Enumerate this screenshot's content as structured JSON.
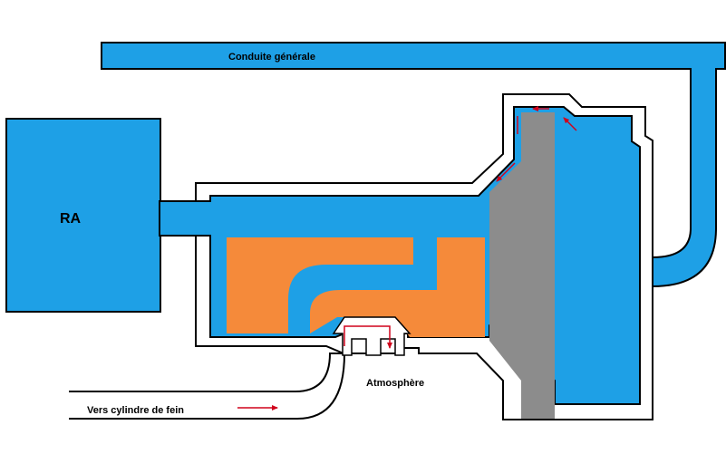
{
  "labels": {
    "reservoir": "RA",
    "general_pipe": "Conduite générale",
    "atmosphere": "Atmosphère",
    "brake_cylinder": "Vers cylindre de fein"
  },
  "colors": {
    "air": "#1ea0e6",
    "wall": "#000000",
    "piston": "#f58a3a",
    "diaphragm": "#8c8c8c",
    "arrow": "#d0021b",
    "background": "#ffffff"
  }
}
